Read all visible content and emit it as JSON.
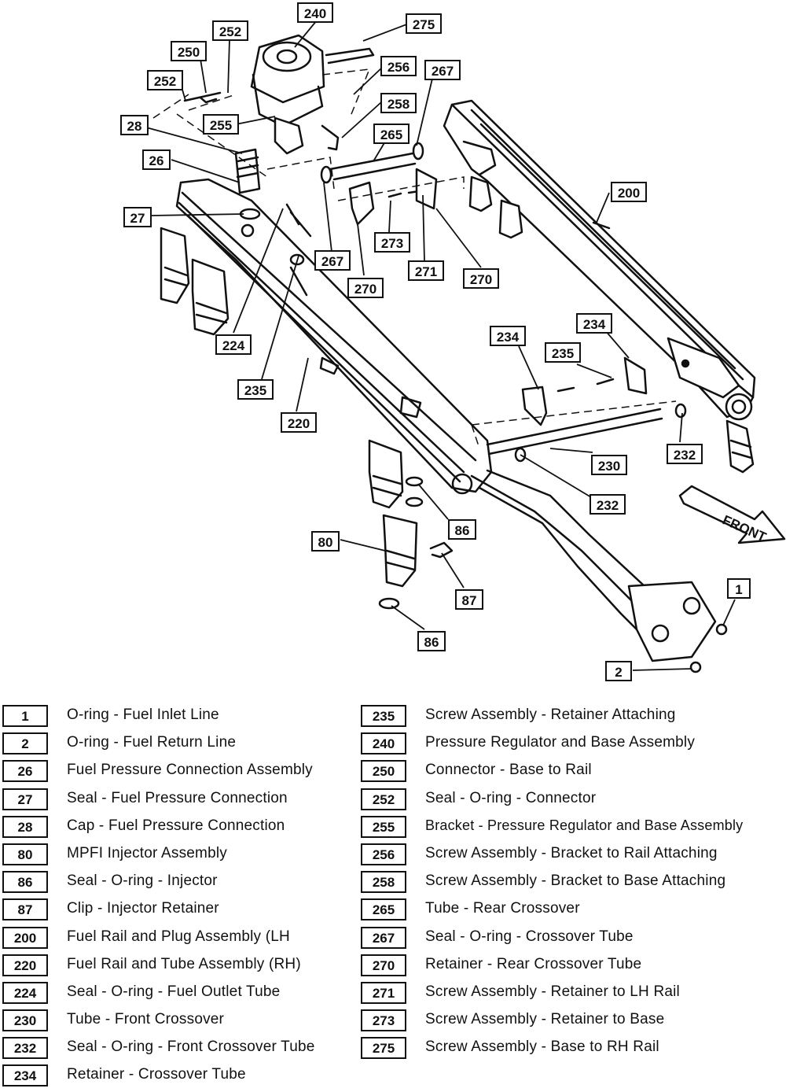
{
  "diagram": {
    "front_label": "FRONT",
    "callouts": [
      "240",
      "275",
      "252",
      "250",
      "252",
      "256",
      "267",
      "258",
      "28",
      "255",
      "265",
      "26",
      "200",
      "27",
      "273",
      "267",
      "271",
      "270",
      "270",
      "224",
      "234",
      "234",
      "235",
      "235",
      "220",
      "232",
      "230",
      "232",
      "86",
      "80",
      "87",
      "1",
      "86",
      "2"
    ]
  },
  "legend": {
    "left": [
      {
        "num": "1",
        "label": "O-ring - Fuel Inlet Line"
      },
      {
        "num": "2",
        "label": "O-ring - Fuel Return Line"
      },
      {
        "num": "26",
        "label": "Fuel Pressure Connection Assembly"
      },
      {
        "num": "27",
        "label": "Seal - Fuel Pressure Connection"
      },
      {
        "num": "28",
        "label": "Cap - Fuel Pressure Connection"
      },
      {
        "num": "80",
        "label": "MPFI Injector Assembly"
      },
      {
        "num": "86",
        "label": "Seal - O-ring - Injector"
      },
      {
        "num": "87",
        "label": "Clip - Injector Retainer"
      },
      {
        "num": "200",
        "label": "Fuel Rail and Plug  Assembly (LH"
      },
      {
        "num": "220",
        "label": "Fuel Rail and Tube Assembly (RH)"
      },
      {
        "num": "224",
        "label": "Seal - O-ring - Fuel Outlet Tube"
      },
      {
        "num": "230",
        "label": "Tube - Front Crossover"
      },
      {
        "num": "232",
        "label": "Seal - O-ring - Front Crossover Tube"
      },
      {
        "num": "234",
        "label": "Retainer - Crossover Tube"
      }
    ],
    "right": [
      {
        "num": "235",
        "label": "Screw Assembly - Retainer Attaching"
      },
      {
        "num": "240",
        "label": "Pressure Regulator and Base Assembly"
      },
      {
        "num": "250",
        "label": "Connector - Base to Rail"
      },
      {
        "num": "252",
        "label": "Seal - O-ring - Connector"
      },
      {
        "num": "255",
        "label": "Bracket - Pressure Regulator and Base Assembly"
      },
      {
        "num": "256",
        "label": "Screw Assembly - Bracket to Rail Attaching"
      },
      {
        "num": "258",
        "label": "Screw Assembly - Bracket to Base Attaching"
      },
      {
        "num": "265",
        "label": "Tube - Rear Crossover"
      },
      {
        "num": "267",
        "label": "Seal - O-ring - Crossover Tube"
      },
      {
        "num": "270",
        "label": "Retainer - Rear Crossover Tube"
      },
      {
        "num": "271",
        "label": "Screw Assembly - Retainer to LH Rail"
      },
      {
        "num": "273",
        "label": "Screw Assembly - Retainer to Base"
      },
      {
        "num": "275",
        "label": "Screw Assembly - Base to RH Rail"
      }
    ]
  }
}
